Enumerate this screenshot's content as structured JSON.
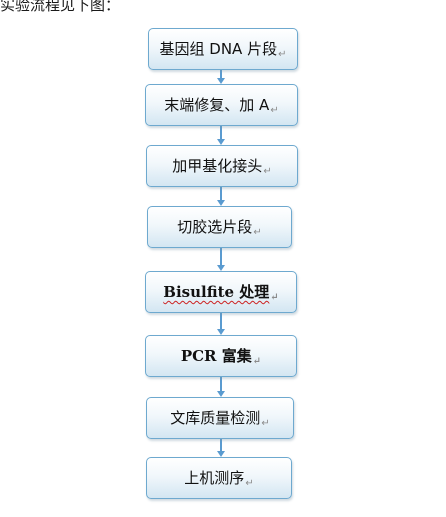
{
  "intro_text": "实验流程见下图：",
  "steps": [
    {
      "label": "基因组 DNA 片段",
      "bold": false,
      "spell_underline": false
    },
    {
      "label": "末端修复、加 A",
      "bold": false,
      "spell_underline": false
    },
    {
      "label": "加甲基化接头",
      "bold": false,
      "spell_underline": false
    },
    {
      "label": "切胶选片段",
      "bold": false,
      "spell_underline": false
    },
    {
      "label": "Bisulfite 处理",
      "bold": true,
      "spell_underline": true
    },
    {
      "label": "PCR 富集",
      "bold": true,
      "spell_underline": false
    },
    {
      "label": "文库质量检测",
      "bold": false,
      "spell_underline": false
    },
    {
      "label": "上机测序",
      "bold": false,
      "spell_underline": false
    }
  ],
  "paragraph_mark": "↵",
  "colors": {
    "box_border": "#6ea9cf",
    "arrow": "#5a9bd0"
  }
}
